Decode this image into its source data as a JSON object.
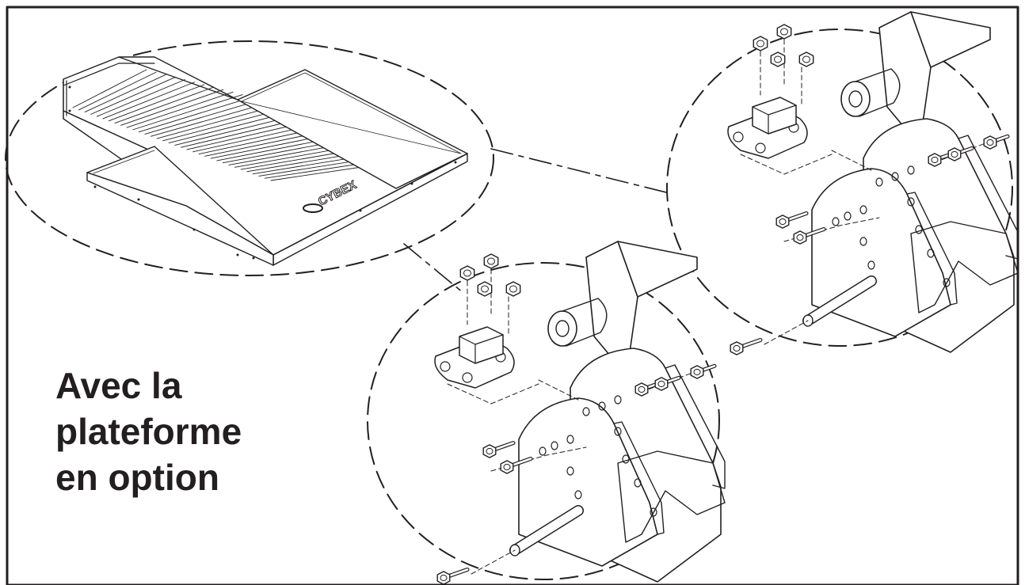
{
  "caption": {
    "line1": "Avec la",
    "line2": "plateforme",
    "line3": "en option"
  },
  "logo_text": "CYBEX",
  "colors": {
    "ink": "#231f20",
    "background": "#ffffff"
  }
}
